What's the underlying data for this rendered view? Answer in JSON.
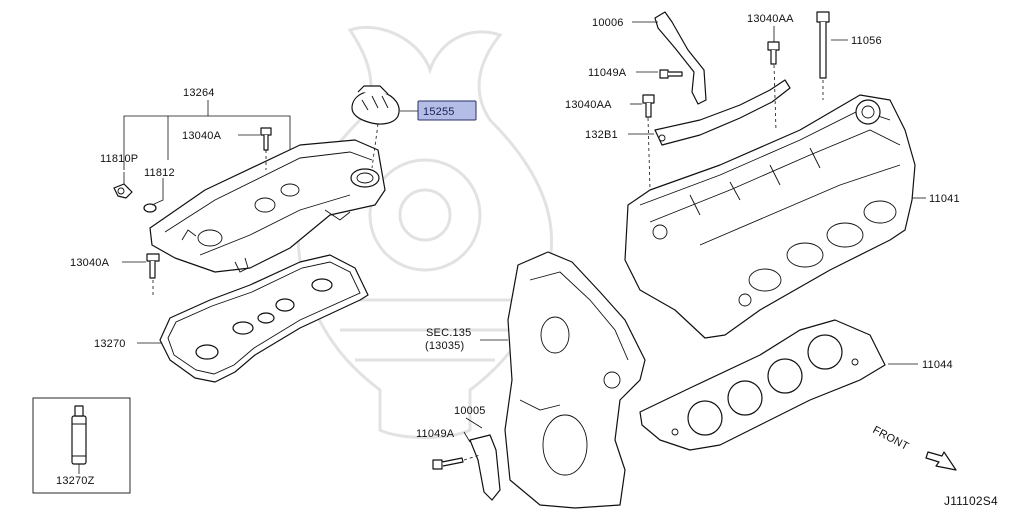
{
  "diagram_code": "J11102S4",
  "front_label": "FRONT",
  "highlighted_part": "15255",
  "sec_ref_line1": "SEC.135",
  "sec_ref_line2": "(13035)",
  "parts": {
    "p13264": "13264",
    "p13040A_top": "13040A",
    "p11810P": "11810P",
    "p11812": "11812",
    "p13040A_left": "13040A",
    "p13270": "13270",
    "p13270Z": "13270Z",
    "p10006": "10006",
    "p13040AA_top": "13040AA",
    "p11056": "11056",
    "p11049A_top": "11049A",
    "p13040AA_mid": "13040AA",
    "p132B1": "132B1",
    "p11041": "11041",
    "p11044": "11044",
    "p10005": "10005",
    "p11049A_bottom": "11049A"
  },
  "colors": {
    "highlight_fill": "#b4bde6",
    "highlight_border": "#2a2f6a",
    "line": "#111111"
  }
}
